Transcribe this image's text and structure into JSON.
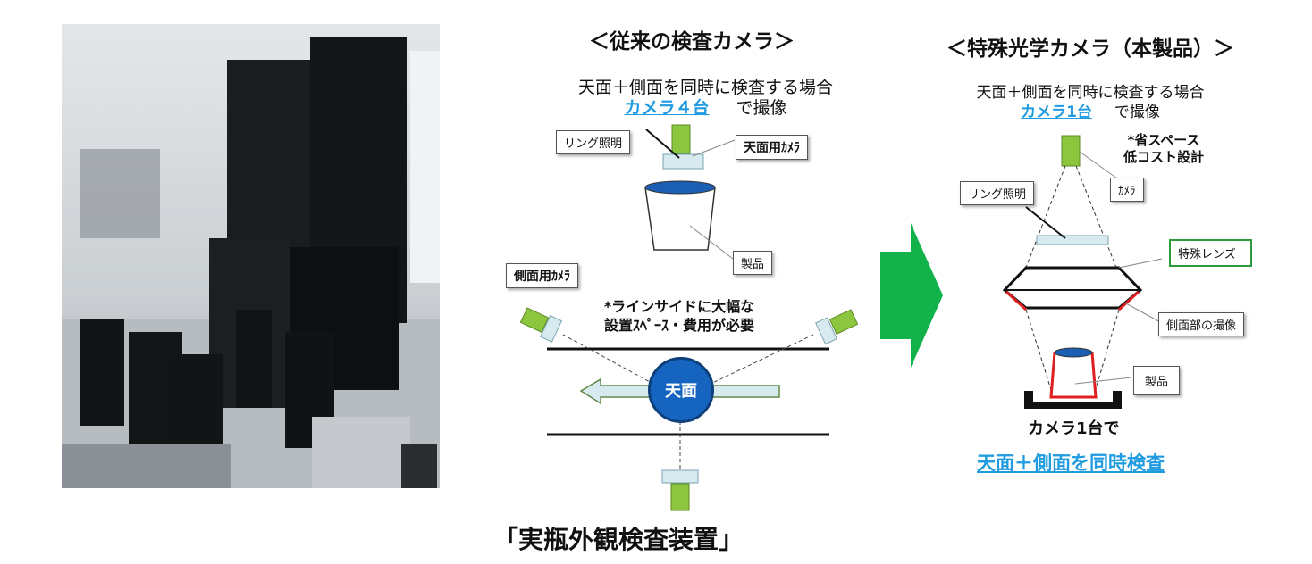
{
  "left_photo": {
    "subject": "visual-inspection-machine"
  },
  "conventional": {
    "heading": "＜従来の検査カメラ＞",
    "line1": "天面＋側面を同時に検査する場合",
    "count_link": "カメラ４台",
    "count_suffix": "で撮像",
    "label_ring": "リング照明",
    "label_top_camera": "天面用ｶﾒﾗ",
    "label_product": "製品",
    "label_side_camera": "側面用ｶﾒﾗ",
    "note_line1": "*ラインサイドに大幅な",
    "note_line2": "設置ｽﾍﾟｰｽ・費用が必要",
    "top_circle": "天面"
  },
  "special": {
    "heading": "＜特殊光学カメラ（本製品）＞",
    "line1": "天面＋側面を同時に検査する場合",
    "count_link": "カメラ1台",
    "count_suffix": "で撮像",
    "note_line1": "*省スペース",
    "note_line2": "低コスト設計",
    "label_camera": "ｶﾒﾗ",
    "label_ring": "リング照明",
    "label_lens": "特殊レンズ",
    "label_side": "側面部の撮像",
    "label_product": "製品",
    "result_line1": "カメラ1台で",
    "result_line2": "天面＋側面を同時検査"
  },
  "caption": "「実瓶外観検査装置」",
  "colors": {
    "camera_green": "#8cc63f",
    "arrow_green": "#12b24a",
    "link_blue": "#1f9be0",
    "circle_blue": "#1565c0",
    "ring_light": "#d6eaf0",
    "lens_red": "#e02020",
    "lens_box_green": "#2e9a3a"
  }
}
